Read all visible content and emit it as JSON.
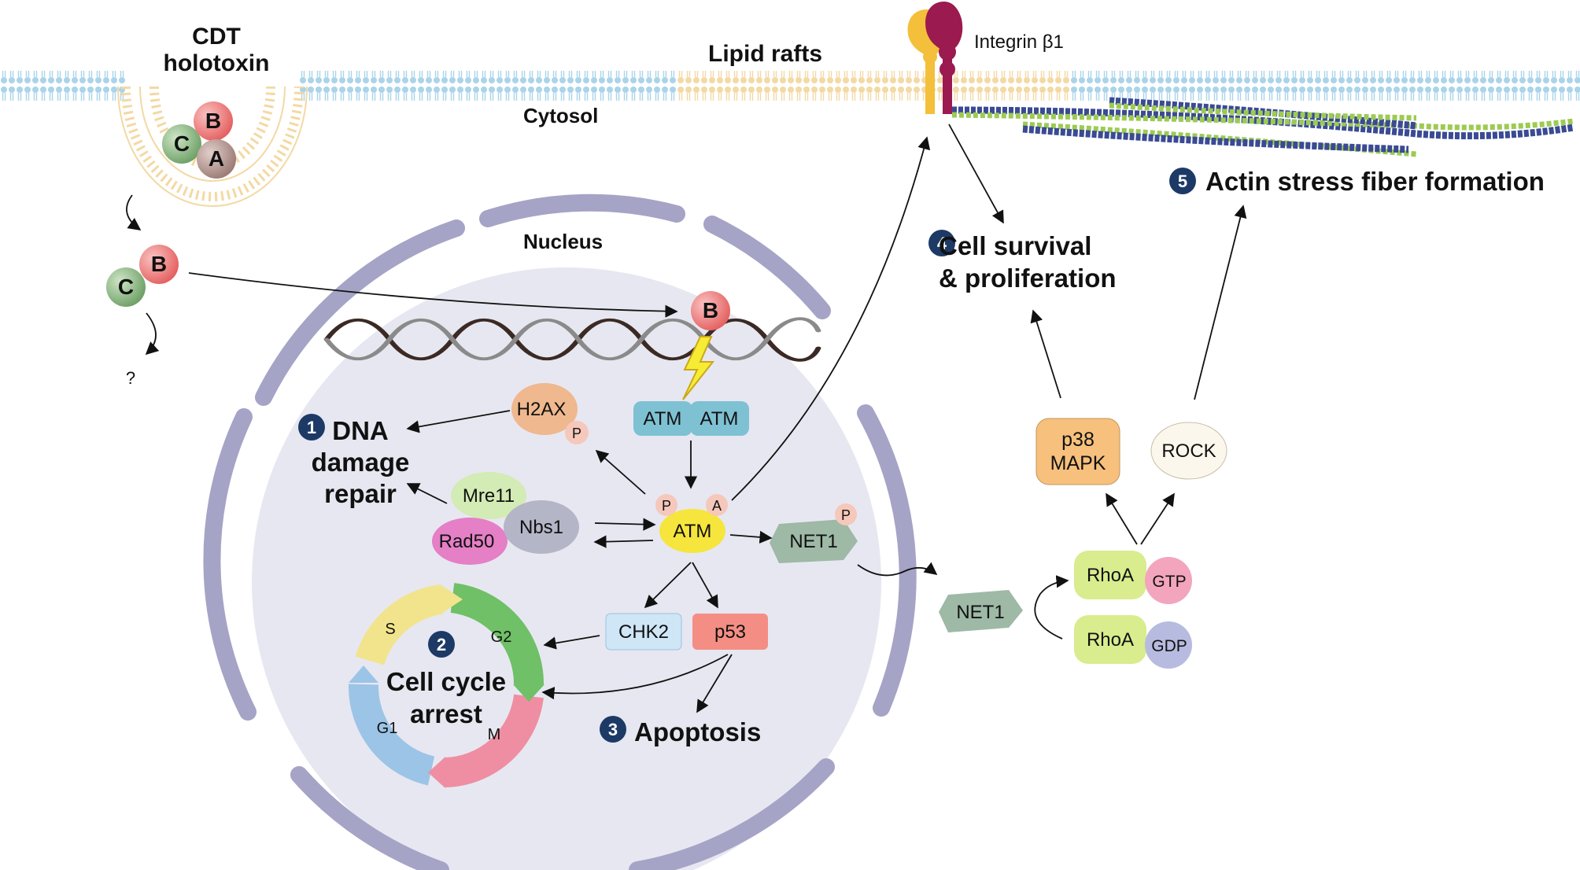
{
  "labels": {
    "cdt_holotoxin": "CDT\nholotoxin",
    "lipid_rafts": "Lipid rafts",
    "integrin": "Integrin β1",
    "cytosol": "Cytosol",
    "nucleus": "Nucleus",
    "question": "?"
  },
  "toxin_subunits": {
    "a": "A",
    "b": "B",
    "c": "C"
  },
  "proteins": {
    "h2ax": "H2AX",
    "atm": "ATM",
    "mre11": "Mre11",
    "rad50": "Rad50",
    "nbs1": "Nbs1",
    "net1": "NET1",
    "chk2": "CHK2",
    "p53": "p53",
    "p38_mapk": "p38\nMAPK",
    "rock": "ROCK",
    "rhoa": "RhoA",
    "gtp": "GTP",
    "gdp": "GDP",
    "phospho": "P",
    "acetyl": "A"
  },
  "cell_cycle_phases": {
    "s": "S",
    "g2": "G2",
    "m": "M",
    "g1": "G1"
  },
  "outcomes": [
    {
      "number": "1",
      "text": "DNA\ndamage\nrepair"
    },
    {
      "number": "2",
      "text": "Cell cycle\narrest"
    },
    {
      "number": "3",
      "text": "Apoptosis"
    },
    {
      "number": "4",
      "text": "Cell survival\n& proliferation"
    },
    {
      "number": "5",
      "text": "Actin stress fiber formation"
    }
  ],
  "colors": {
    "membrane_blue": "#aad4ea",
    "membrane_raft": "#f3d9a4",
    "nucleus_fill": "#e7e7f1",
    "nucleus_envelope": "#a5a3c6",
    "subunit_b": "#ef7d7d",
    "subunit_c": "#8fbf87",
    "subunit_a": "#b99a94",
    "atm_yellow": "#f6e53c",
    "atm_blue": "#7ec1d3",
    "h2ax": "#efb88e",
    "rad50": "#e57fc6",
    "nbs1": "#b4b5c6",
    "mre11": "#d3ebb4",
    "net1": "#9eb9a6",
    "chk2": "#cfe6f7",
    "p53": "#f48e84",
    "p38": "#f7c07c",
    "rock": "#fcf7ec",
    "rhoa": "#d9ec8e",
    "gtp": "#f3a5bd",
    "gdp": "#b8bbe0",
    "phospho": "#f5c8bb",
    "outcome_circle": "#1d3a66",
    "integrin_yellow": "#f4bf3a",
    "integrin_red": "#9b1a4f",
    "actin_blue": "#3a4a94",
    "actin_green": "#9ccb53",
    "phase_s": "#f1e48c",
    "phase_g2": "#6fc066",
    "phase_m": "#ef8ea2",
    "phase_g1": "#9cc4e6"
  }
}
